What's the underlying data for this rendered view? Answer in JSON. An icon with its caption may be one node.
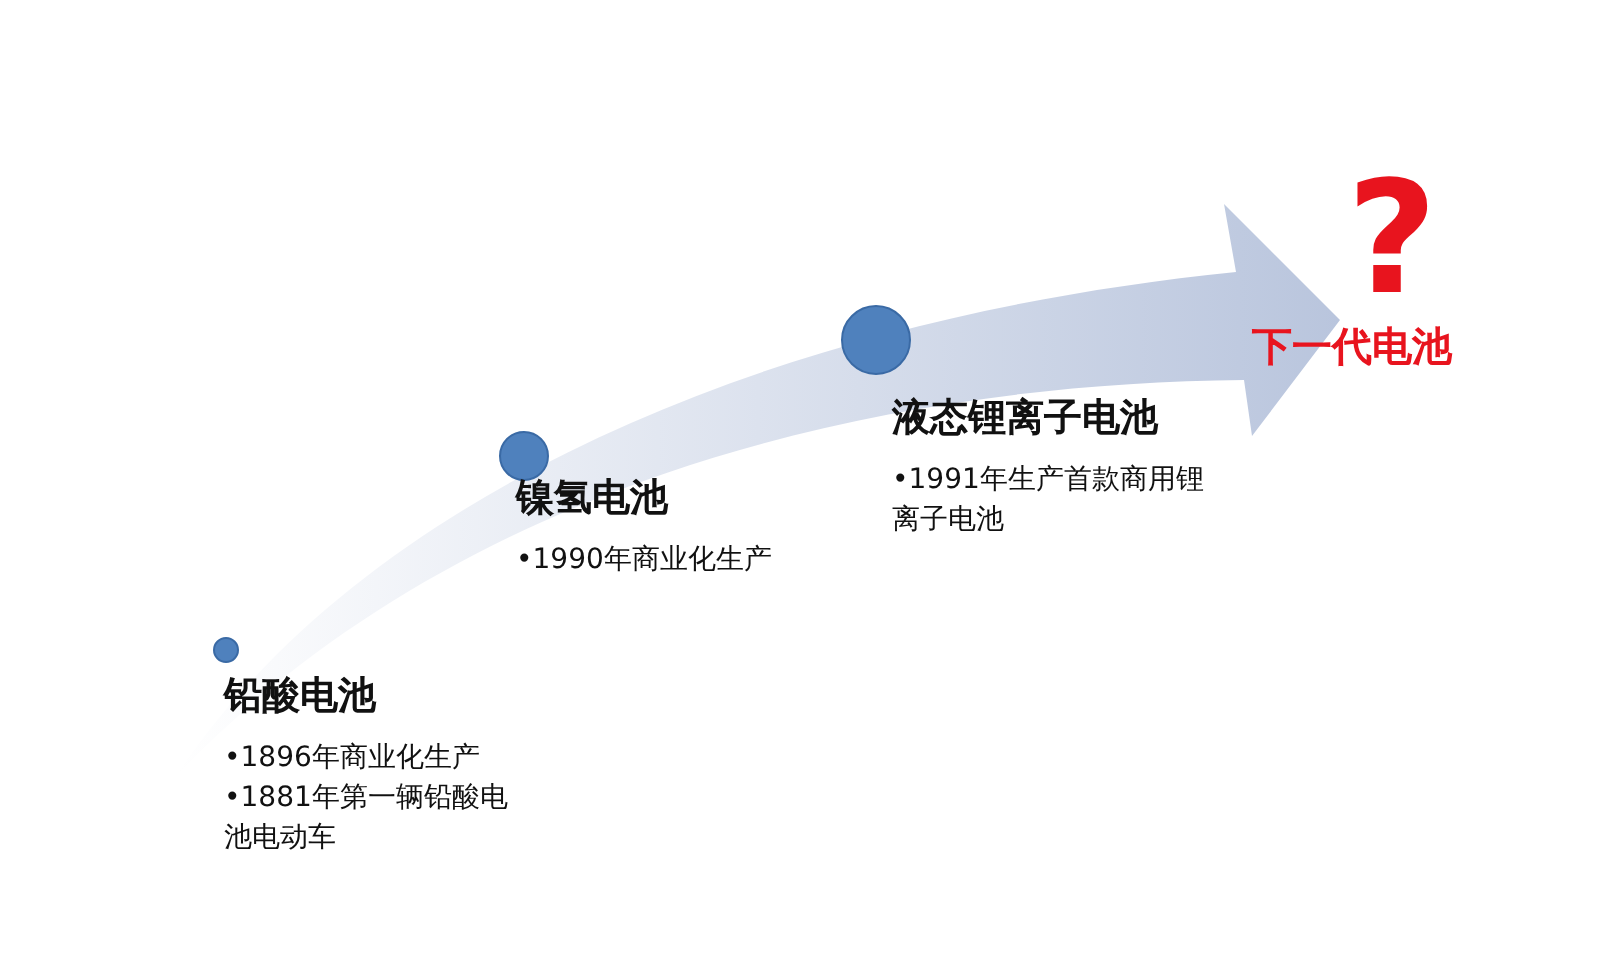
{
  "diagram": {
    "nodes": [
      {
        "text": [
          "铅酸电池",
          "•1896年商业化生产",
          "•1881年第一辆铅酸电池电动车"
        ]
      },
      {
        "text": [
          "镍氢电池",
          "•1990年商业化生产"
        ]
      },
      {
        "text": [
          "液态锂离子电池",
          "•1991年生产首款商用锂离子电池"
        ]
      },
      {
        "text": [
          "?",
          "下一代电池"
        ]
      }
    ]
  }
}
